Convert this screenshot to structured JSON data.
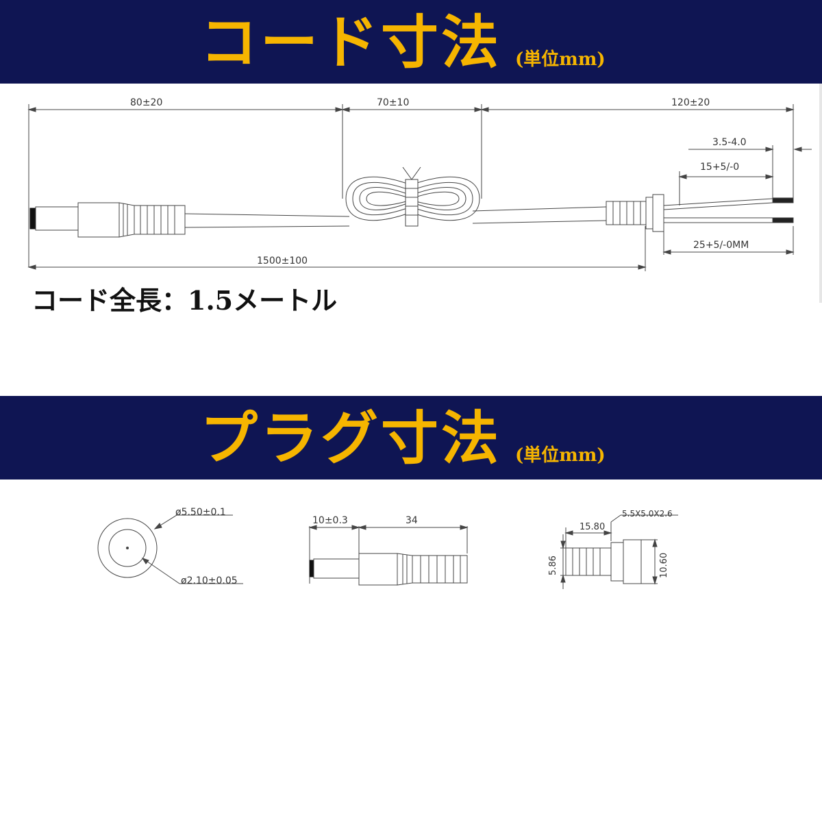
{
  "sections": [
    {
      "title": "コード寸法",
      "unit": "(単位mm)"
    },
    {
      "title": "プラグ寸法",
      "unit": "(単位mm)"
    }
  ],
  "cord": {
    "dims": {
      "left_segment": "80±20",
      "middle_segment": "70±10",
      "right_segment": "120±20",
      "strip_length": "3.5-4.0",
      "split_length": "15+5/-0",
      "wire_end": "25+5/-0MM",
      "total": "1500±100"
    },
    "total_length_text": "コード全長：1.5メートル"
  },
  "plug": {
    "front": {
      "outer_diameter": "ø5.50±0.1",
      "inner_diameter": "ø2.10±0.05"
    },
    "side": {
      "tip_length": "10±0.3",
      "body_length": "34"
    },
    "end": {
      "spec": "5.5X5.0X2.6",
      "length": "15.80",
      "small_diameter": "5.86",
      "large_diameter": "10.60"
    }
  }
}
